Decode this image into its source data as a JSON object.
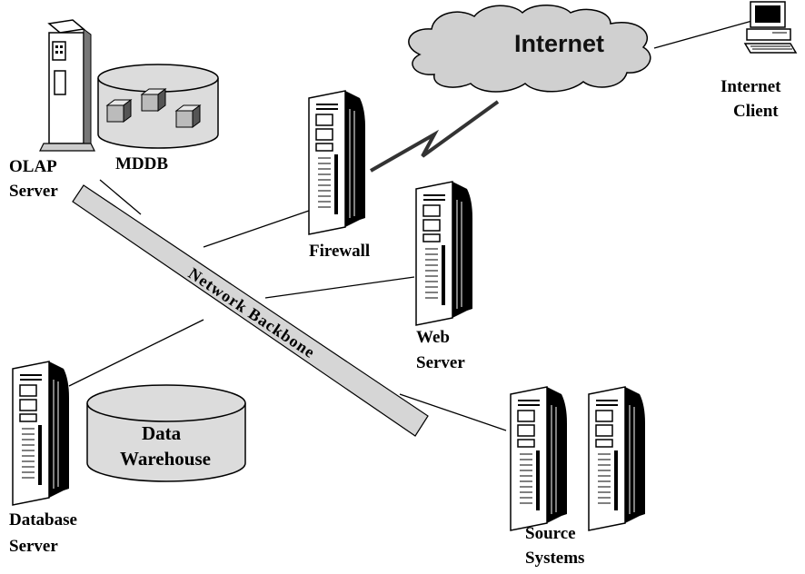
{
  "labels": {
    "internet": "Internet",
    "internet_client": [
      "Internet",
      "Client"
    ],
    "olap_server": [
      "OLAP",
      "Server"
    ],
    "mddb": "MDDB",
    "firewall": "Firewall",
    "network_backbone": "Network Backbone",
    "web_server": [
      "Web",
      "Server"
    ],
    "database_server": [
      "Database",
      "Server"
    ],
    "data_warehouse": [
      "Data",
      "Warehouse"
    ],
    "source_systems": [
      "Source",
      "Systems"
    ]
  },
  "colors": {
    "cloud_fill": "#d0d0d0",
    "backbone_fill": "#d6d6d6",
    "cylinder_fill": "#dcdcdc",
    "line": "#000000",
    "tower_light": "#ffffff",
    "tower_dark": "#000000"
  },
  "icons": [
    "cloud-icon",
    "computer-icon",
    "server-tower-icon",
    "cabinet-server-icon",
    "database-cylinder-icon",
    "cube-icon",
    "lightning-link-icon"
  ]
}
